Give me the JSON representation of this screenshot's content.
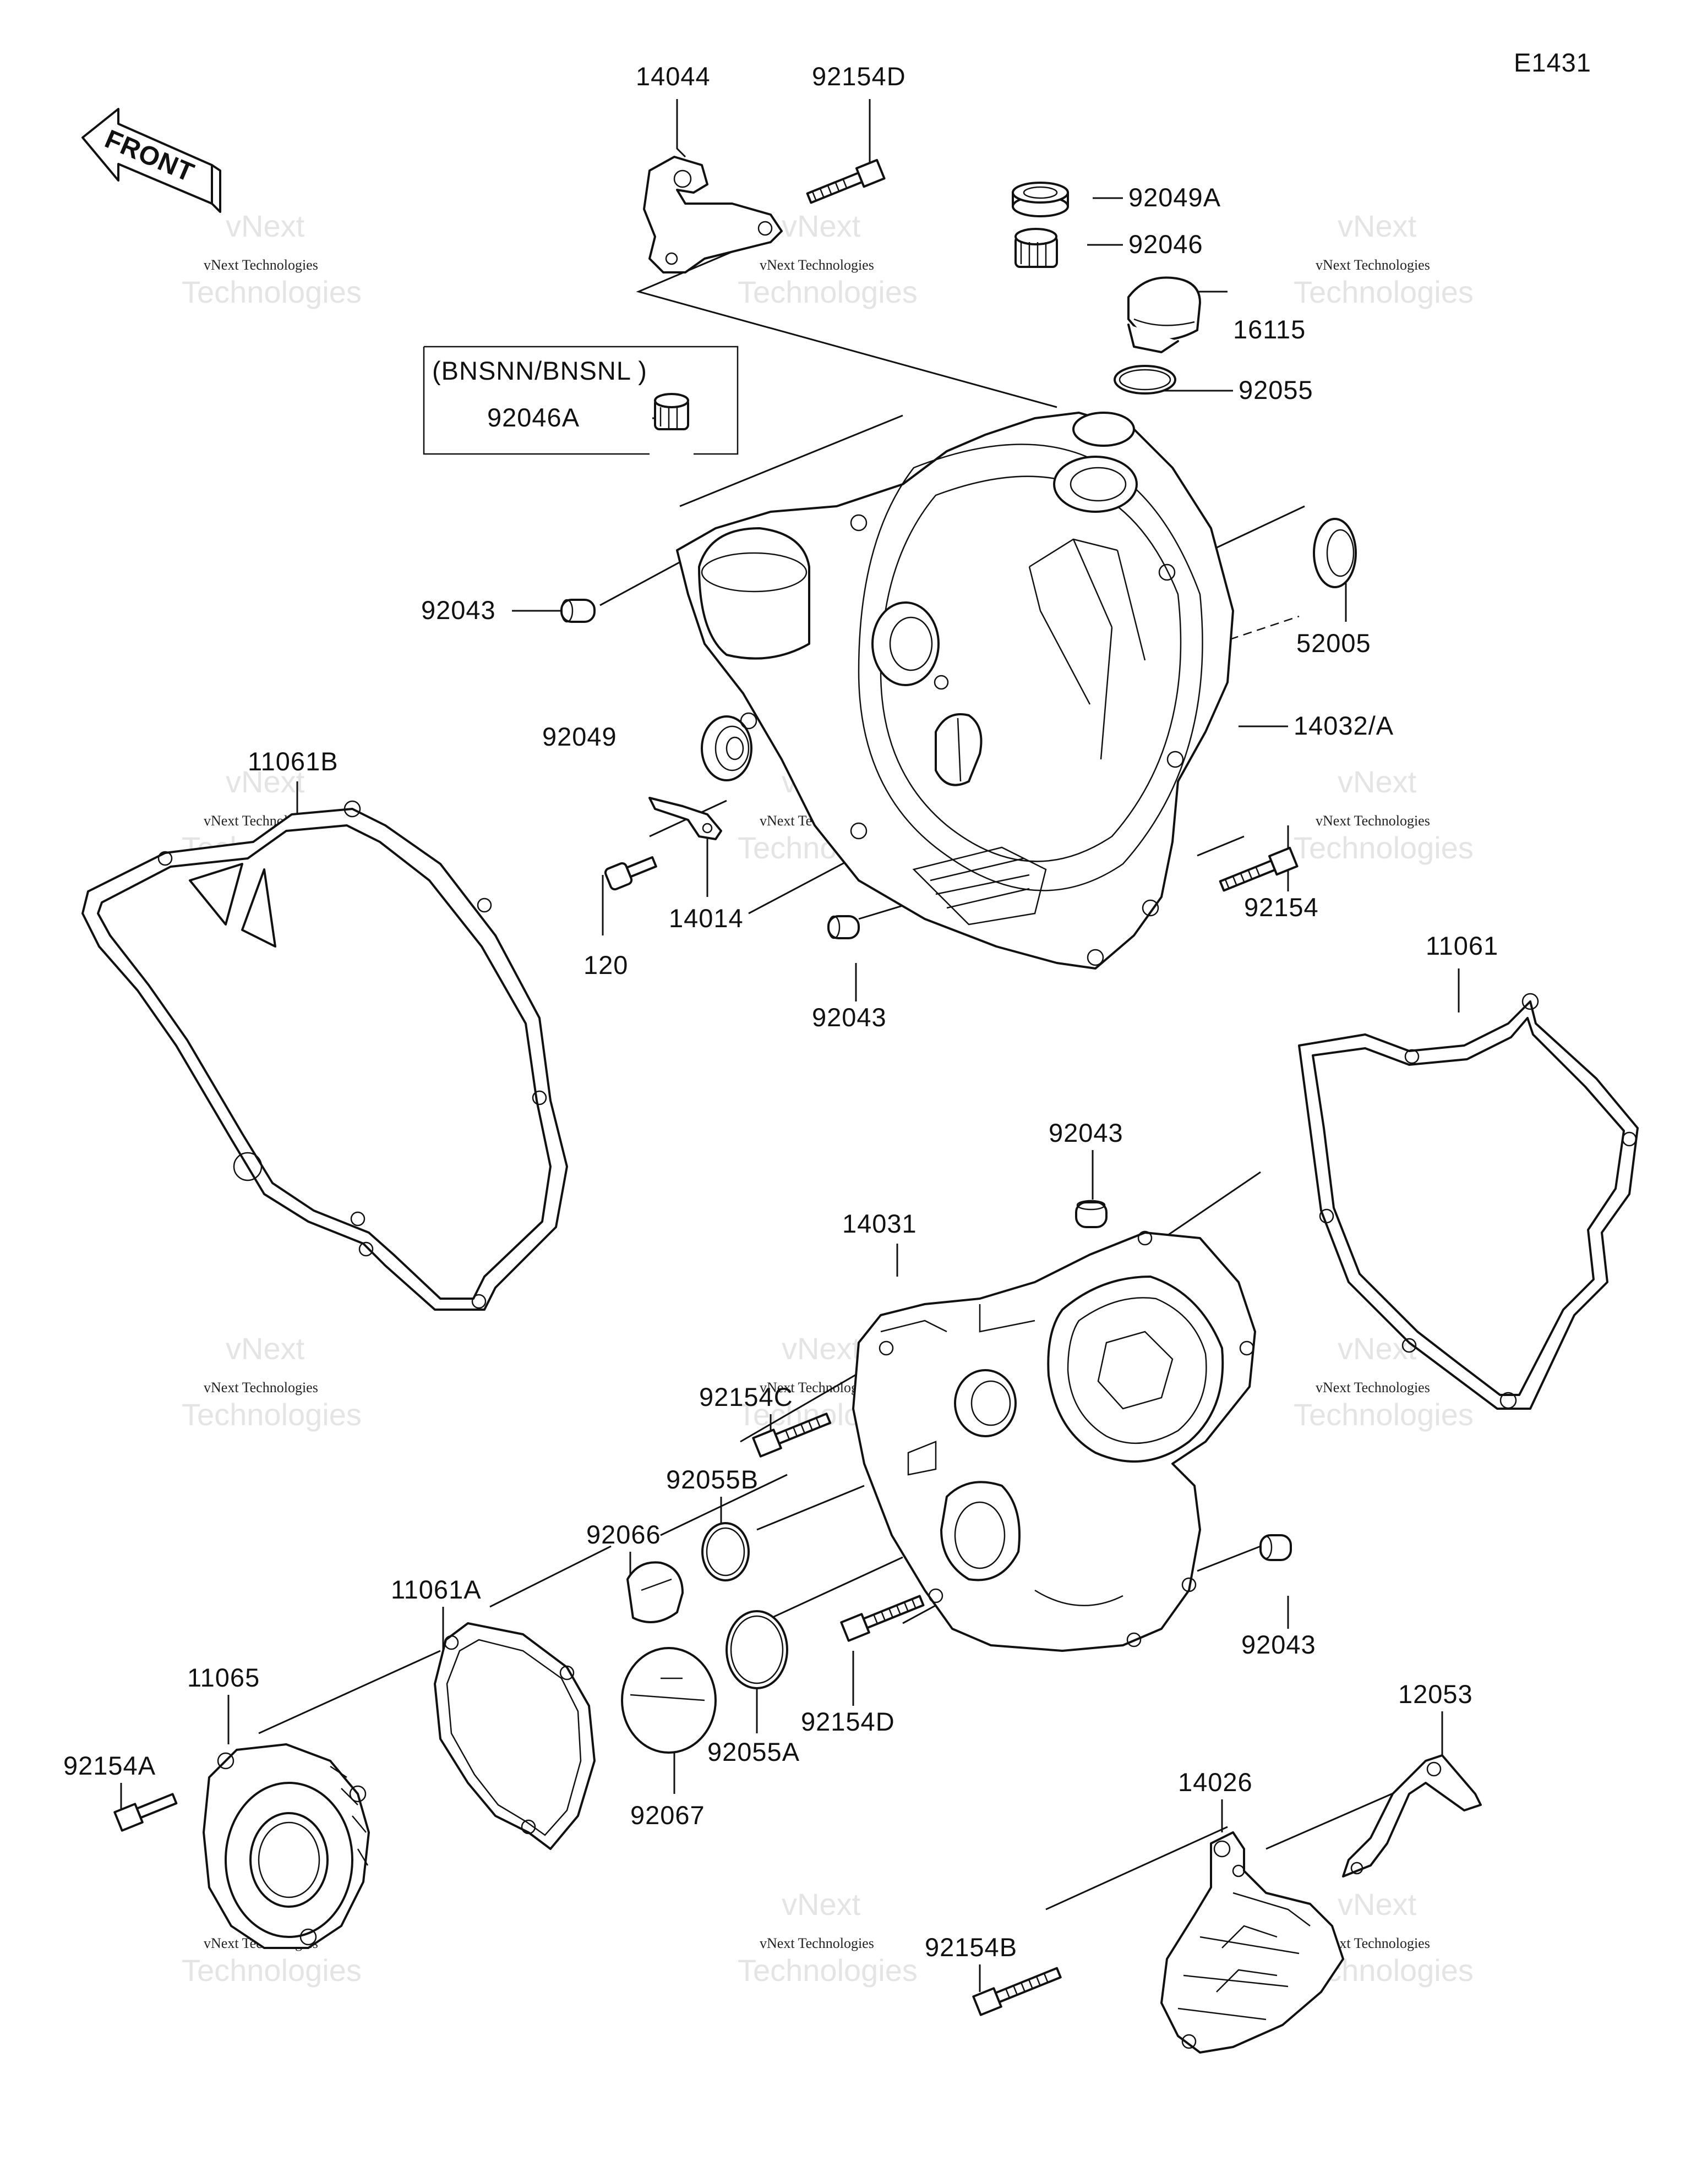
{
  "diagram": {
    "code": "E1431",
    "front_label": "FRONT",
    "variant_note": "(BNSNN/BNSNL )",
    "watermark": {
      "brand": "vNext",
      "line1": "vNext Technologies",
      "line2": "Technologies"
    },
    "parts": {
      "p14044": "14044",
      "p92154D_top": "92154D",
      "p92049A": "92049A",
      "p92046": "92046",
      "p16115": "16115",
      "p92055": "92055",
      "p92046A": "92046A",
      "p92043_a": "92043",
      "p52005": "52005",
      "p92049": "92049",
      "p14032A": "14032/A",
      "p11061B": "11061B",
      "p14014": "14014",
      "p120": "120",
      "p92154": "92154",
      "p92043_b": "92043",
      "p11061": "11061",
      "p92043_c": "92043",
      "p14031": "14031",
      "p92154C": "92154C",
      "p92055B": "92055B",
      "p92066": "92066",
      "p11061A": "11061A",
      "p92043_d": "92043",
      "p11065": "11065",
      "p92154D_bot": "92154D",
      "p92055A": "92055A",
      "p12053": "12053",
      "p92154A": "92154A",
      "p92067": "92067",
      "p14026": "14026",
      "p92154B": "92154B"
    }
  }
}
